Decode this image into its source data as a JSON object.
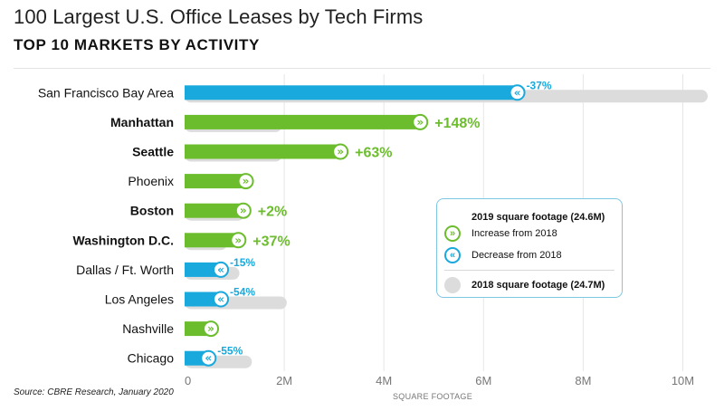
{
  "header": {
    "title": "100 Largest U.S. Office Leases by Tech Firms",
    "subtitle": "TOP 10 MARKETS BY ACTIVITY"
  },
  "source": "Source: CBRE Research, January 2020",
  "legend": {
    "title": "2019 square footage (24.6M)",
    "increase": "Increase from 2018",
    "decrease": "Decrease from 2018",
    "prior": "2018 square footage (24.7M)"
  },
  "colors": {
    "increase": "#6cbd2e",
    "decrease": "#19a9dc",
    "prior": "#dcdcdc"
  },
  "chart_data": {
    "type": "bar",
    "orientation": "horizontal",
    "xlabel": "SQUARE FOOTAGE",
    "xlim": [
      0,
      10500000
    ],
    "xticks": [
      0,
      2000000,
      4000000,
      6000000,
      8000000,
      10000000
    ],
    "xtick_labels": [
      "0",
      "2M",
      "4M",
      "6M",
      "8M",
      "10M"
    ],
    "grid": true,
    "categories": [
      "San Francisco Bay Area",
      "Manhattan",
      "Seattle",
      "Phoenix",
      "Boston",
      "Washington D.C.",
      "Dallas / Ft. Worth",
      "Los Angeles",
      "Nashville",
      "Chicago"
    ],
    "bold_categories": [
      "Manhattan",
      "Seattle",
      "Boston",
      "Washington D.C."
    ],
    "series": [
      {
        "name": "2019 square footage (24.6M)",
        "values": [
          6750000,
          4800000,
          3200000,
          1300000,
          1250000,
          1150000,
          800000,
          800000,
          600000,
          550000
        ]
      },
      {
        "name": "2018 square footage (24.7M)",
        "values": [
          10500000,
          1950000,
          1950000,
          0,
          1200000,
          850000,
          1100000,
          2050000,
          0,
          1350000
        ]
      }
    ],
    "direction": [
      "decrease",
      "increase",
      "increase",
      "increase",
      "increase",
      "increase",
      "decrease",
      "decrease",
      "increase",
      "decrease"
    ],
    "change_labels": [
      "-37%",
      "+148%",
      "+63%",
      "",
      "+2%",
      "+37%",
      "-15%",
      "-54%",
      "",
      "-55%"
    ]
  }
}
